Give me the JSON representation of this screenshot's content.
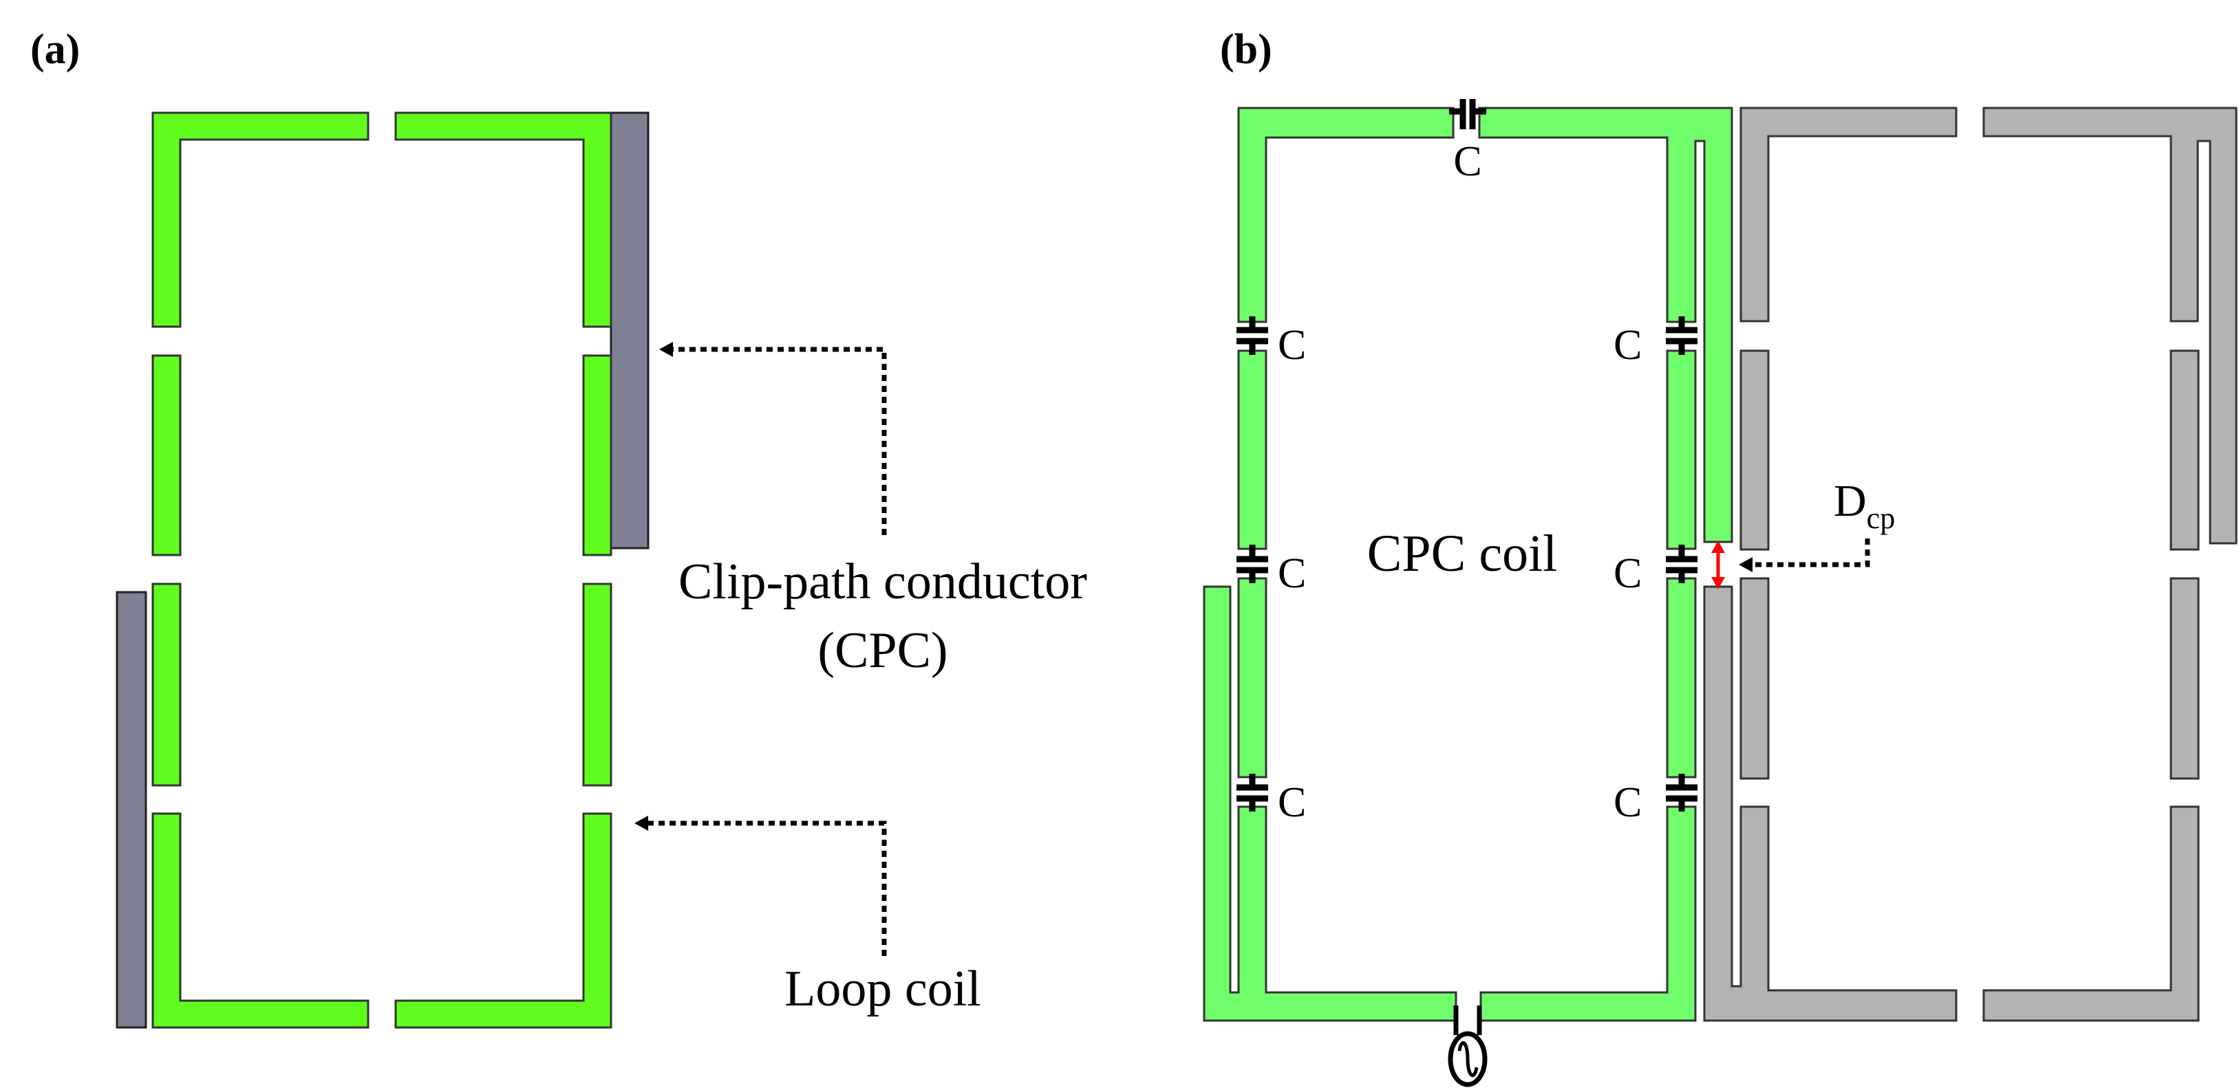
{
  "panel_a": {
    "label": "(a)",
    "annotations": {
      "cpc_line1": "Clip-path conductor",
      "cpc_line2": "(CPC)",
      "loop": "Loop coil"
    }
  },
  "panel_b": {
    "label": "(b)",
    "capacitor_label": "C",
    "coil_label": "CPC coil",
    "distance_label_main": "D",
    "distance_label_sub": "cp",
    "source_symbol": "~"
  },
  "colors": {
    "loop_green_a": "#5ffc1e",
    "cpc_gray_a": "#808094",
    "coil_green_b": "#70fd6b",
    "neighbor_gray_b": "#b3b3b3",
    "distance_arrow": "#ff0000"
  }
}
